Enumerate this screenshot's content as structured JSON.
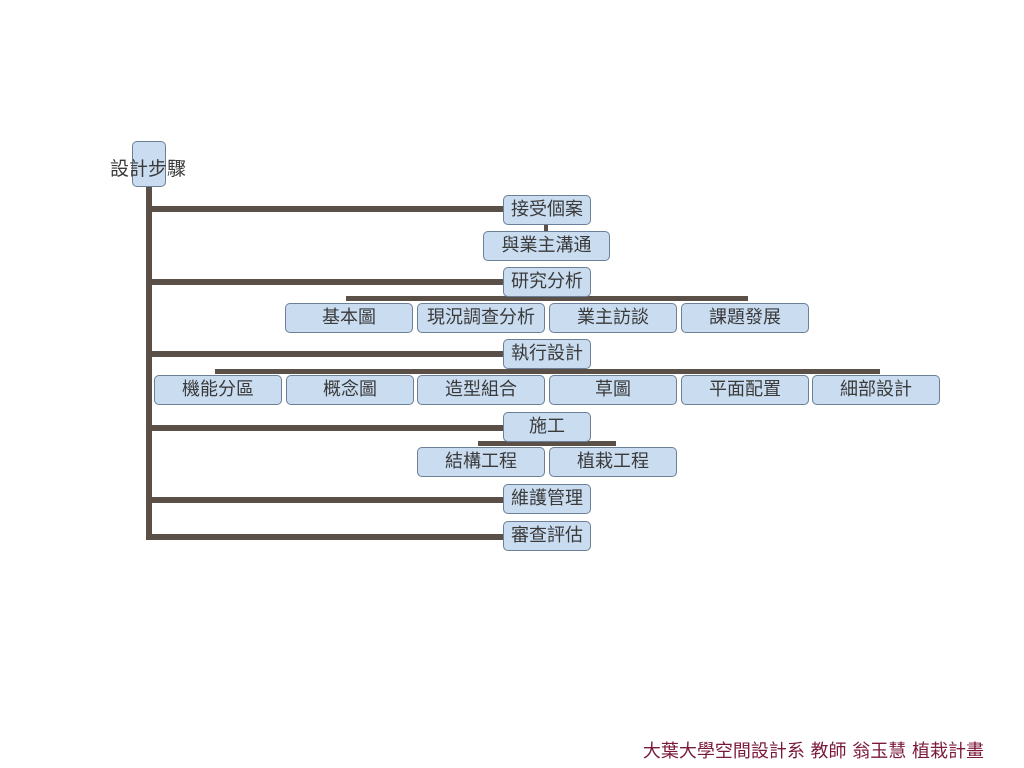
{
  "root": {
    "label": "設計步驟"
  },
  "steps": [
    {
      "label": "接受個案"
    },
    {
      "label": "與業主溝通"
    },
    {
      "label": "研究分析"
    },
    {
      "label": "執行設計"
    },
    {
      "label": "施工"
    },
    {
      "label": "維護管理"
    },
    {
      "label": "審查評估"
    }
  ],
  "research_children": [
    {
      "label": "基本圖"
    },
    {
      "label": "現況調查分析"
    },
    {
      "label": "業主訪談"
    },
    {
      "label": "課題發展"
    }
  ],
  "design_children": [
    {
      "label": "機能分區"
    },
    {
      "label": "概念圖"
    },
    {
      "label": "造型組合"
    },
    {
      "label": "草圖"
    },
    {
      "label": "平面配置"
    },
    {
      "label": "細部設計"
    }
  ],
  "construction_children": [
    {
      "label": "結構工程"
    },
    {
      "label": "植栽工程"
    }
  ],
  "footer": {
    "text": "大葉大學空間設計系 教師 翁玉慧 植栽計畫"
  },
  "colors": {
    "node_fill": "#c9dcf0",
    "node_border": "#6b7f96",
    "connector": "#5a5047",
    "footer_text": "#7a1a3a"
  }
}
